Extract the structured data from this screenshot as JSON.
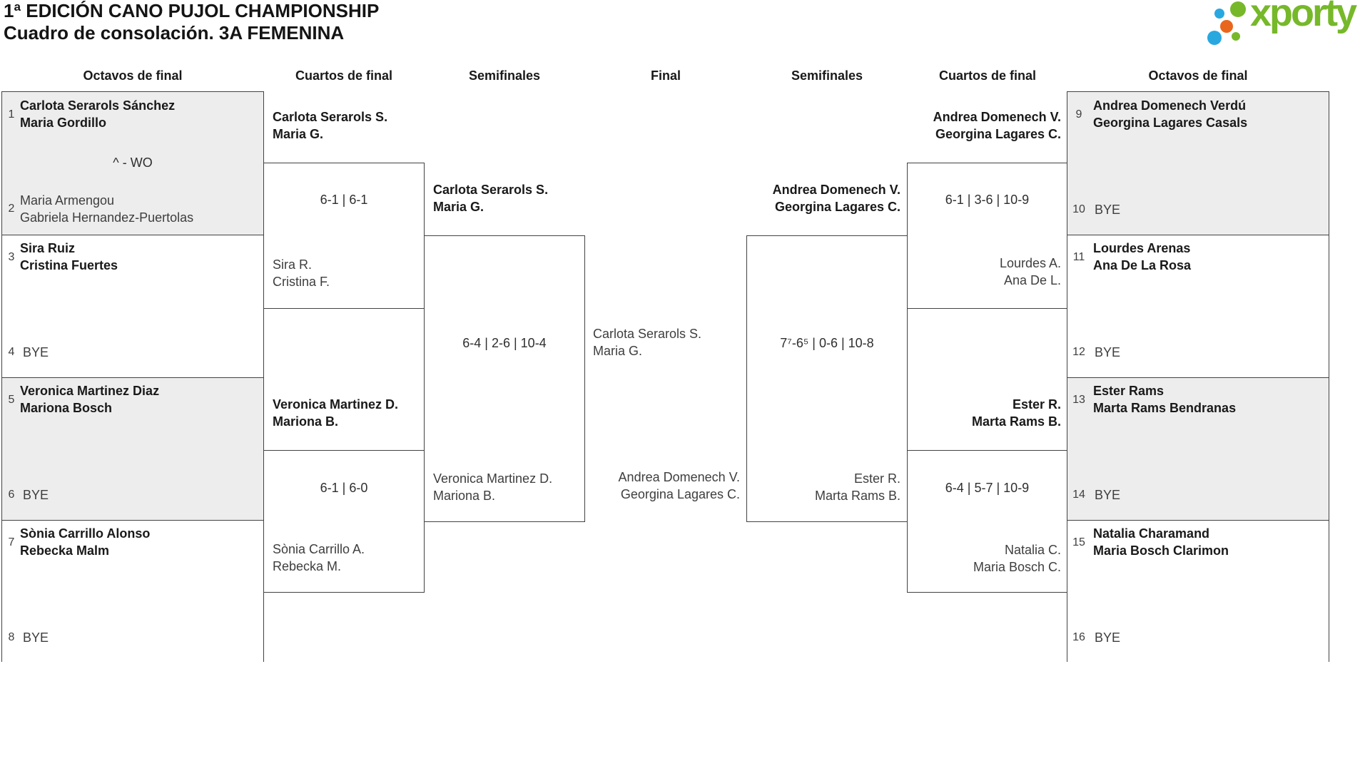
{
  "title": {
    "line1": "1ª EDICIÓN CANO PUJOL CHAMPIONSHIP",
    "line2": "Cuadro de consolación. 3A FEMENINA"
  },
  "logo": {
    "text": "xporty",
    "green": "#76b82a",
    "blue": "#29a8e0",
    "orange": "#e8671c"
  },
  "rounds": {
    "r16_left": "Octavos de final",
    "qf_left": "Cuartos de final",
    "sf_left": "Semifinales",
    "final": "Final",
    "sf_right": "Semifinales",
    "qf_right": "Cuartos de final",
    "r16_right": "Octavos de final"
  },
  "r16_left": {
    "m1": {
      "seed_top": "1",
      "top_l1": "Carlota Serarols Sánchez",
      "top_l2": "Maria Gordillo",
      "score": "^ - WO",
      "seed_bottom": "2",
      "bottom_l1": "Maria Armengou",
      "bottom_l2": "Gabriela Hernandez-Puertolas"
    },
    "m2": {
      "seed_top": "3",
      "top_l1": "Sira Ruiz",
      "top_l2": "Cristina Fuertes",
      "seed_bottom": "4",
      "bottom_bye": "BYE"
    },
    "m3": {
      "seed_top": "5",
      "top_l1": "Veronica Martinez Diaz",
      "top_l2": "Mariona Bosch",
      "seed_bottom": "6",
      "bottom_bye": "BYE"
    },
    "m4": {
      "seed_top": "7",
      "top_l1": "Sònia Carrillo Alonso",
      "top_l2": "Rebecka Malm",
      "seed_bottom": "8",
      "bottom_bye": "BYE"
    }
  },
  "r16_right": {
    "m1": {
      "seed_top": "9",
      "top_l1": "Andrea Domenech Verdú",
      "top_l2": "Georgina Lagares Casals",
      "seed_bottom": "10",
      "bottom_bye": "BYE"
    },
    "m2": {
      "seed_top": "11",
      "top_l1": "Lourdes Arenas",
      "top_l2": "Ana De La Rosa",
      "seed_bottom": "12",
      "bottom_bye": "BYE"
    },
    "m3": {
      "seed_top": "13",
      "top_l1": "Ester Rams",
      "top_l2": "Marta Rams Bendranas",
      "seed_bottom": "14",
      "bottom_bye": "BYE"
    },
    "m4": {
      "seed_top": "15",
      "top_l1": "Natalia Charamand",
      "top_l2": "Maria Bosch Clarimon",
      "seed_bottom": "16",
      "bottom_bye": "BYE"
    }
  },
  "qf_left": {
    "m1": {
      "winner_l1": "Carlota Serarols S.",
      "winner_l2": "Maria G.",
      "score": "6-1 | 6-1",
      "loser_l1": "Sira R.",
      "loser_l2": "Cristina F."
    },
    "m2": {
      "winner_l1": "Veronica Martinez D.",
      "winner_l2": "Mariona B.",
      "score": "6-1 | 6-0",
      "loser_l1": "Sònia Carrillo A.",
      "loser_l2": "Rebecka M."
    }
  },
  "sf_left": {
    "winner_l1": "Carlota Serarols S.",
    "winner_l2": "Maria G.",
    "score": "6-4 | 2-6 | 10-4",
    "loser_l1": "Veronica Martinez D.",
    "loser_l2": "Mariona B."
  },
  "final": {
    "left_l1": "Carlota Serarols S.",
    "left_l2": "Maria G.",
    "right_l1": "Andrea Domenech V.",
    "right_l2": "Georgina Lagares C."
  },
  "sf_right": {
    "winner_l1": "Andrea Domenech V.",
    "winner_l2": "Georgina Lagares C.",
    "score": "7⁷-6⁵ | 0-6 | 10-8",
    "loser_l1": "Ester R.",
    "loser_l2": "Marta Rams B."
  },
  "qf_right": {
    "m1": {
      "winner_l1": "Andrea Domenech V.",
      "winner_l2": "Georgina Lagares C.",
      "score": "6-1 | 3-6 | 10-9",
      "loser_l1": "Lourdes A.",
      "loser_l2": "Ana De L."
    },
    "m2": {
      "winner_l1": "Ester R.",
      "winner_l2": "Marta Rams B.",
      "score": "6-4 | 5-7 | 10-9",
      "loser_l1": "Natalia C.",
      "loser_l2": "Maria Bosch C."
    }
  }
}
